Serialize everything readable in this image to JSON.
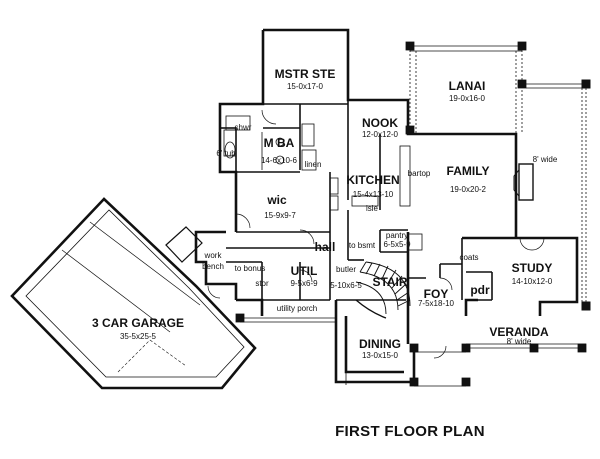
{
  "title": "FIRST FLOOR PLAN",
  "rooms": {
    "mstr_ste": {
      "name": "MSTR STE",
      "dim": "15-0x17-0"
    },
    "lanai": {
      "name": "LANAI",
      "dim": "19-0x16-0"
    },
    "nook": {
      "name": "NOOK",
      "dim": "12-0x12-0"
    },
    "m_ba": {
      "name": "M BA",
      "dim": "14-6x10-6"
    },
    "shwr": {
      "name": "shwr"
    },
    "tub": {
      "name": "6' tub"
    },
    "linen": {
      "name": "linen"
    },
    "kitchen": {
      "name": "KITCHEN",
      "dim": "15-4x13-10",
      "note": "isle"
    },
    "bartop": {
      "name": "bartop"
    },
    "family": {
      "name": "FAMILY",
      "dim": "19-0x20-2"
    },
    "wide_right": {
      "name": "8' wide"
    },
    "wic": {
      "name": "wic",
      "dim": "15-9x9-7"
    },
    "pantry": {
      "name": "pantry",
      "dim": "6-5x5-9"
    },
    "hall": {
      "name": "hall"
    },
    "to_bsmt": {
      "name": "to bsmt"
    },
    "work_bench": {
      "line1": "work",
      "line2": "bench"
    },
    "to_bonus": {
      "name": "to bonus"
    },
    "util": {
      "name": "UTIL",
      "dim": "9-5x6-9"
    },
    "butler": {
      "name": "butler",
      "dim": "5-10x6-5"
    },
    "stor": {
      "name": "stor"
    },
    "stair": {
      "name": "STAIR"
    },
    "coats": {
      "name": "coats"
    },
    "study": {
      "name": "STUDY",
      "dim": "14-10x12-0"
    },
    "foy": {
      "name": "FOY",
      "dim": "7-5x18-10"
    },
    "pdr": {
      "name": "pdr"
    },
    "garage": {
      "name": "3 CAR GARAGE",
      "dim": "35-5x25-5"
    },
    "utility_porch": {
      "name": "utility porch"
    },
    "veranda": {
      "name": "VERANDA",
      "dim": "8' wide"
    },
    "dining": {
      "name": "DINING",
      "dim": "13-0x15-0"
    }
  }
}
